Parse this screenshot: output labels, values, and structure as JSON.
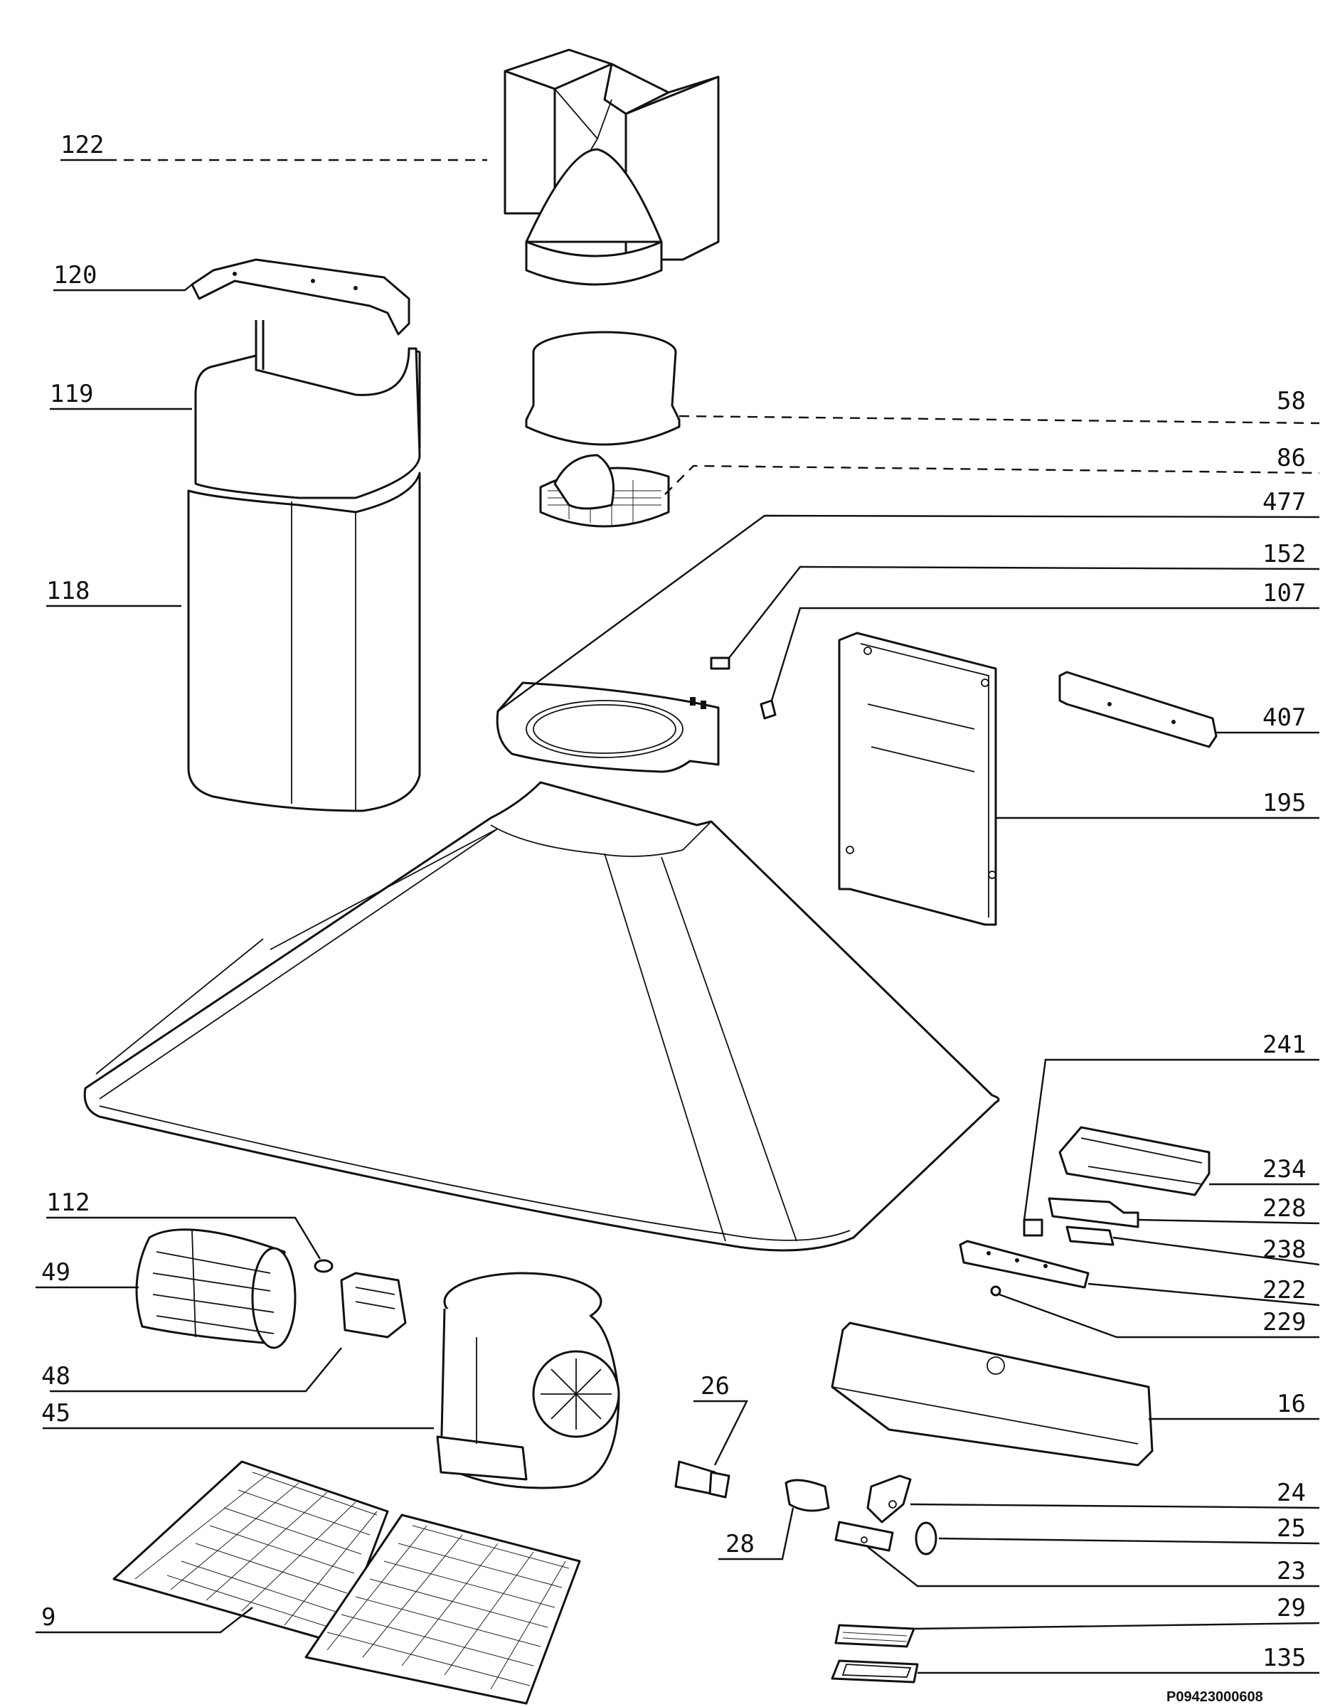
{
  "labels": {
    "l122": "122",
    "l120": "120",
    "l119": "119",
    "l118": "118",
    "l58": "58",
    "l86": "86",
    "l477": "477",
    "l152": "152",
    "l107": "107",
    "l407": "407",
    "l195": "195",
    "l241": "241",
    "l234": "234",
    "l228": "228",
    "l238": "238",
    "l222": "222",
    "l229": "229",
    "l112": "112",
    "l49": "49",
    "l48": "48",
    "l45": "45",
    "l26": "26",
    "l16": "16",
    "l24": "24",
    "l28": "28",
    "l25": "25",
    "l23": "23",
    "l9": "9",
    "l29": "29",
    "l135": "135"
  },
  "drawing_code": "P09423000608"
}
